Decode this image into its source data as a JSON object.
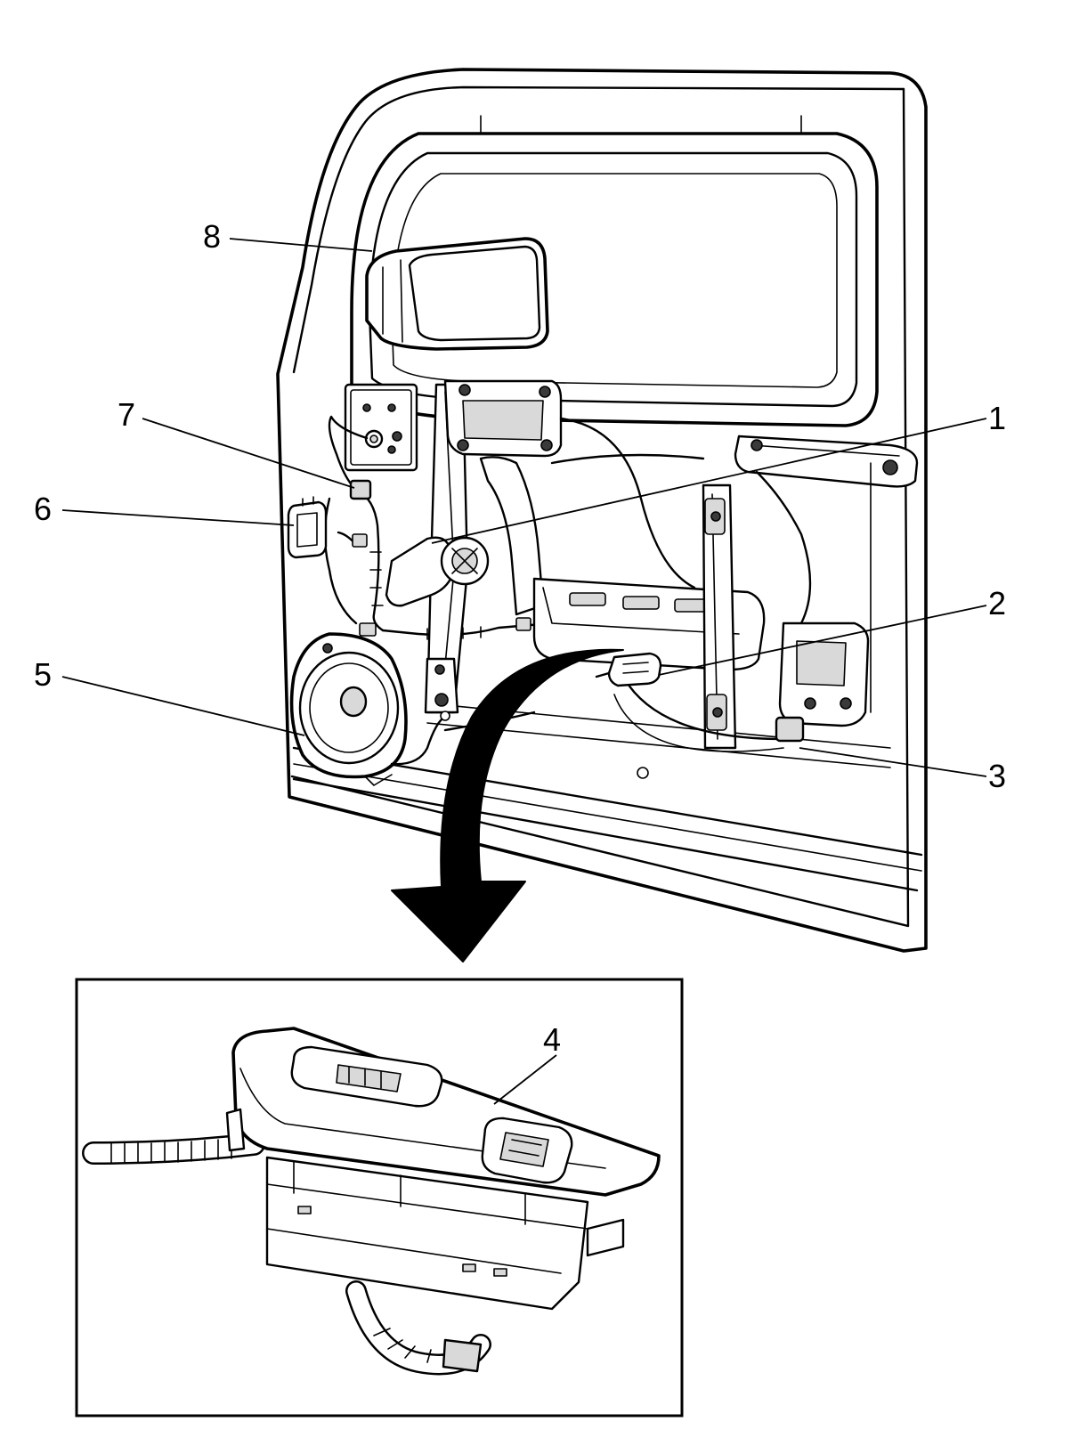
{
  "callouts": [
    {
      "id": "1",
      "label": "1"
    },
    {
      "id": "2",
      "label": "2"
    },
    {
      "id": "3",
      "label": "3"
    },
    {
      "id": "4",
      "label": "4"
    },
    {
      "id": "5",
      "label": "5"
    },
    {
      "id": "6",
      "label": "6"
    },
    {
      "id": "7",
      "label": "7"
    },
    {
      "id": "8",
      "label": "8"
    }
  ],
  "icons": {
    "arrow": "curved-arrow-icon"
  },
  "colors": {
    "line": "#000000",
    "background": "#ffffff"
  }
}
